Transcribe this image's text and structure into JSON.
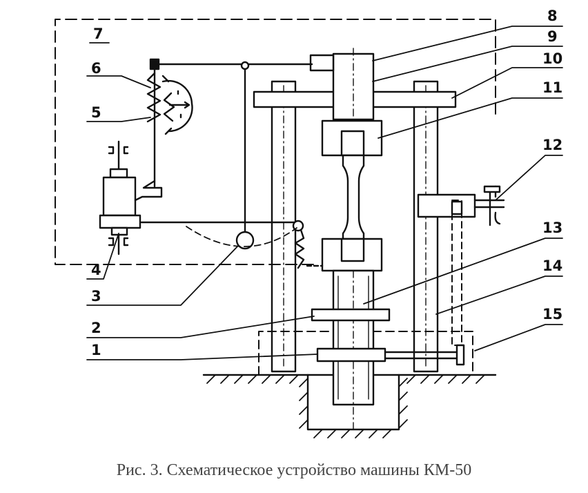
{
  "figure": {
    "caption": "Рис. 3. Схематическое устройство машины КМ-50",
    "labels": {
      "l1": "1",
      "l2": "2",
      "l3": "3",
      "l4": "4",
      "l5": "5",
      "l6": "6",
      "l7": "7",
      "l8": "8",
      "l9": "9",
      "l10": "10",
      "l11": "11",
      "l12": "12",
      "l13": "13",
      "l14": "14",
      "l15": "15"
    }
  },
  "colors": {
    "ink": "#111111",
    "caption": "#444444",
    "background": "#ffffff"
  }
}
